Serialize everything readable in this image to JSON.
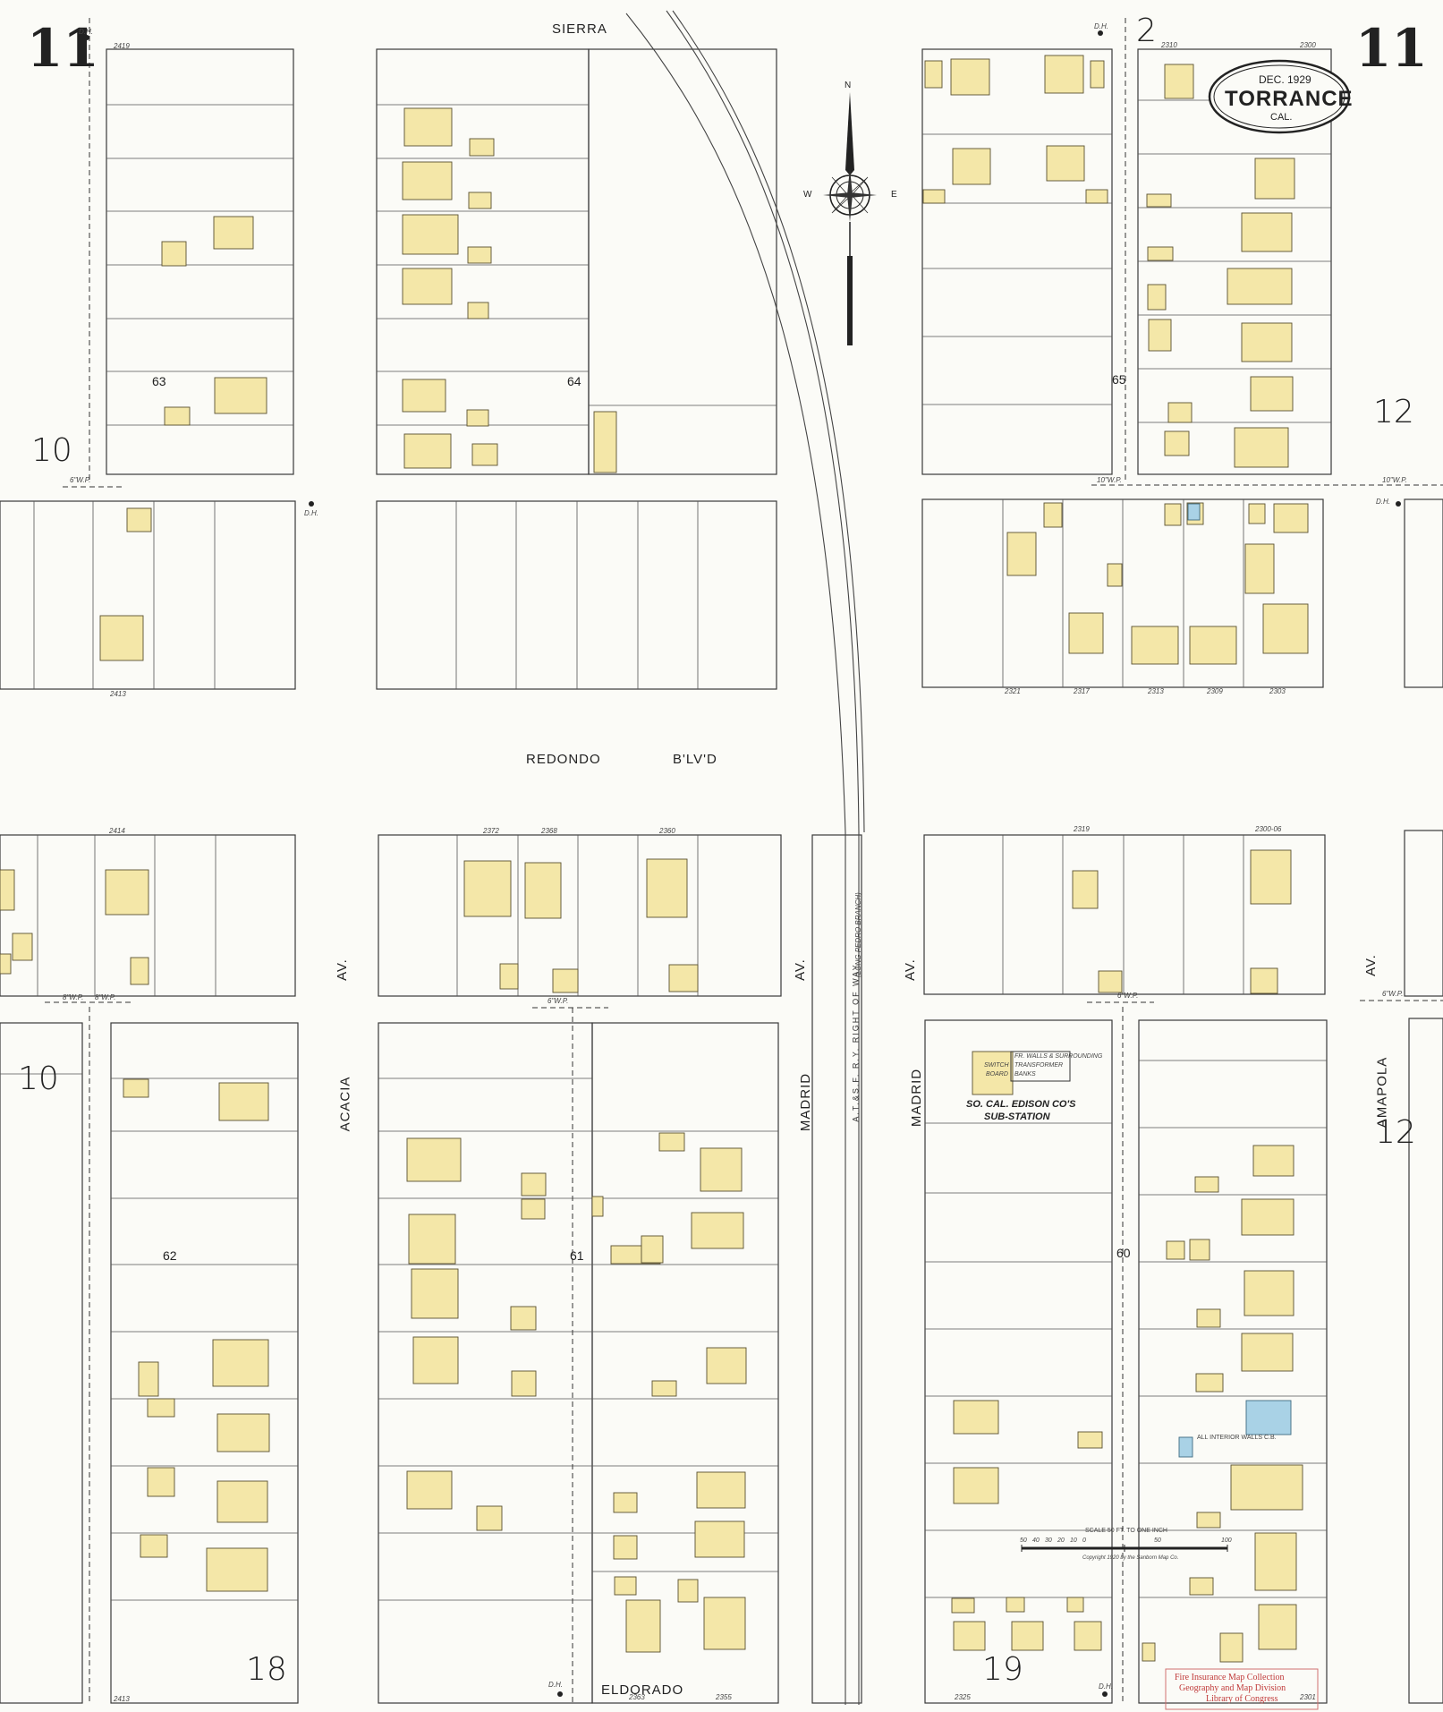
{
  "title_cartouche": {
    "date": "DEC. 1929",
    "city": "TORRANCE",
    "state": "CAL."
  },
  "sheet": {
    "number_left": "11",
    "number_right": "11"
  },
  "adjoining_sheets": {
    "top": "2",
    "left_upper": "10",
    "left_lower": "10",
    "right_upper": "12",
    "right_lower": "12",
    "bottom_left": "18",
    "bottom_right": "19"
  },
  "streets": {
    "sierra": "SIERRA",
    "redondo": "REDONDO",
    "blvd": "B'LV'D",
    "acacia": "ACACIA",
    "av_acacia": "AV.",
    "madrid_left": "MADRID",
    "av_madrid_left": "AV.",
    "madrid_right": "MADRID",
    "av_madrid_right": "AV.",
    "amapola": "AMAPOLA",
    "av_amapola": "AV.",
    "eldorado": "ELDORADO"
  },
  "blocks": [
    "63",
    "64",
    "65",
    "62",
    "61",
    "60"
  ],
  "railroad": "A.T.&S.F. R.Y. RIGHT OF WAY",
  "railroad_branch": "(LONG PEDRO BRANCH)",
  "edison": {
    "name": "SO. CAL. EDISON CO'S",
    "sub": "SUB-STATION",
    "note1": "FR. WALLS & SURROUNDING",
    "note2": "TRANSFORMER",
    "note3": "BANKS",
    "switch": "SWITCH",
    "board": "BOARD"
  },
  "scale": {
    "label": "SCALE 50 FT. TO ONE INCH",
    "ticks": [
      "50",
      "40",
      "30",
      "20",
      "10",
      "0",
      "50",
      "100"
    ],
    "copyright": "Copyright 1920 by the Sanborn Map Co."
  },
  "compass": {
    "n": "N",
    "e": "E",
    "w": "W"
  },
  "address_numbers": [
    "2419",
    "2413",
    "2414",
    "2372",
    "2368",
    "2360",
    "2321",
    "2317",
    "2313",
    "2309",
    "2303",
    "2319",
    "2300-06",
    "2413",
    "2363",
    "2355",
    "2325",
    "2301",
    "2310",
    "2300"
  ],
  "hydrant_labels": [
    "D.H.",
    "D.H.",
    "D.H.",
    "D.H.",
    "D.H.",
    "D.H."
  ],
  "pipe_labels": [
    "6\"W.P.",
    "8\"W.P.",
    "10\"W.P.",
    "10\"W.P.",
    "8\"W.P.",
    "6\"W.P.",
    "6\"W.P.",
    "6\"W.P."
  ],
  "concrete_note": "ALL INTERIOR WALLS C.B.",
  "stamp": {
    "line1": "Fire Insurance Map Collection",
    "line2": "Geography and Map Division",
    "line3": "Library of Congress"
  },
  "colors": {
    "paper": "#fbfbf7",
    "frame": "#f4e7a8",
    "concrete": "#a9d2e6",
    "ink": "#2a2a2a"
  },
  "icons": [
    "compass-rose-icon",
    "hydrant-icon"
  ]
}
